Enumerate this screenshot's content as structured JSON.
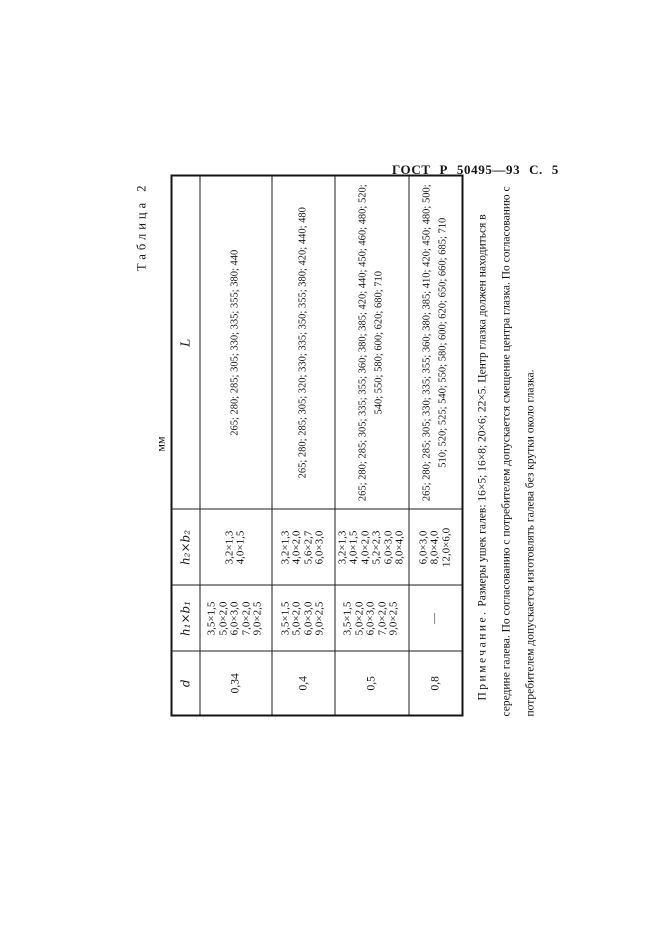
{
  "page_header": "ГОСТ Р 50495—93 С. 5",
  "table_caption": "Таблица 2",
  "units_label": "мм",
  "table": {
    "headers": {
      "d": "d",
      "h1b1": "h₁×b₁",
      "h2b2": "h₂×b₂",
      "L": "L"
    },
    "rows": [
      {
        "d": "0,34",
        "h1b1": [
          "3,5×1,5",
          "5,0×2,0",
          "6,0×3,0",
          "7,0×2,0",
          "9,0×2,5"
        ],
        "h2b2": [
          "3,2×1,3",
          "4,0×1,5"
        ],
        "L": "265; 280; 285; 305; 330; 335; 355; 380; 440"
      },
      {
        "d": "0,4",
        "h1b1": [
          "3,5×1,5",
          "5,0×2,0",
          "6,0×3,0",
          "9,0×2,5"
        ],
        "h2b2": [
          "3,2×1,3",
          "4,0×2,0",
          "5,6×2,7",
          "6,0×3,0"
        ],
        "L": "265; 280; 285; 305; 320; 330; 335; 350; 355; 380; 420; 440; 480"
      },
      {
        "d": "0,5",
        "h1b1": [
          "3,5×1,5",
          "5,0×2,0",
          "6,0×3,0",
          "7,0×2,0",
          "9,0×2,5"
        ],
        "h2b2": [
          "3,2×1,3",
          "4,0×1,5",
          "4,0×2,0",
          "5,2×2,3",
          "6,0×3,0",
          "8,0×4,0"
        ],
        "L": "265; 280; 285; 305; 335; 355; 360; 380; 385; 420; 440; 450; 460; 480; 520; 540; 550; 580; 600; 620; 680; 710"
      },
      {
        "d": "0,8",
        "h1b1": [
          "—"
        ],
        "h2b2": [
          "6,0×3,0",
          "8,0×4,0",
          "12,0×6,0"
        ],
        "L": "265; 280; 285; 305; 330; 335; 355; 360; 380; 385; 410; 420; 450; 480; 500; 510; 520; 525; 540; 550; 580; 600; 620; 650; 660; 685; 710"
      }
    ]
  },
  "note": {
    "label": "Примечание.",
    "text": " Размеры ушек галев: 16×5; 16×8; 20×6; 22×5. Центр глазка должен находиться в середине галева. По согласованию с потребителем допускается смещение центра глазка. По согласованию с потребителем допускается изготовлять галева без крутки около глазка."
  }
}
